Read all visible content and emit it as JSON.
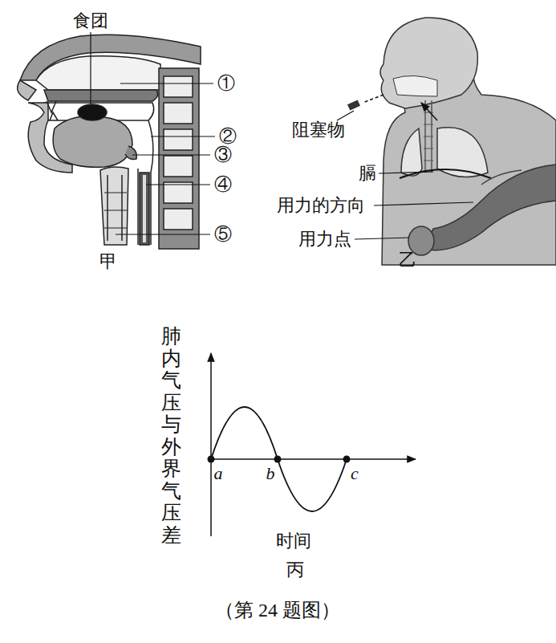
{
  "diagram": {
    "caption": "（第 24 题图）",
    "labels": [
      "食团",
      "①",
      "②",
      "③",
      "④",
      "⑤",
      "甲",
      "阻塞物",
      "膈",
      "用力的方向",
      "用力点",
      "乙",
      "肺内气压与外界气压差",
      "a",
      "b",
      "c",
      "时间",
      "丙"
    ]
  }
}
